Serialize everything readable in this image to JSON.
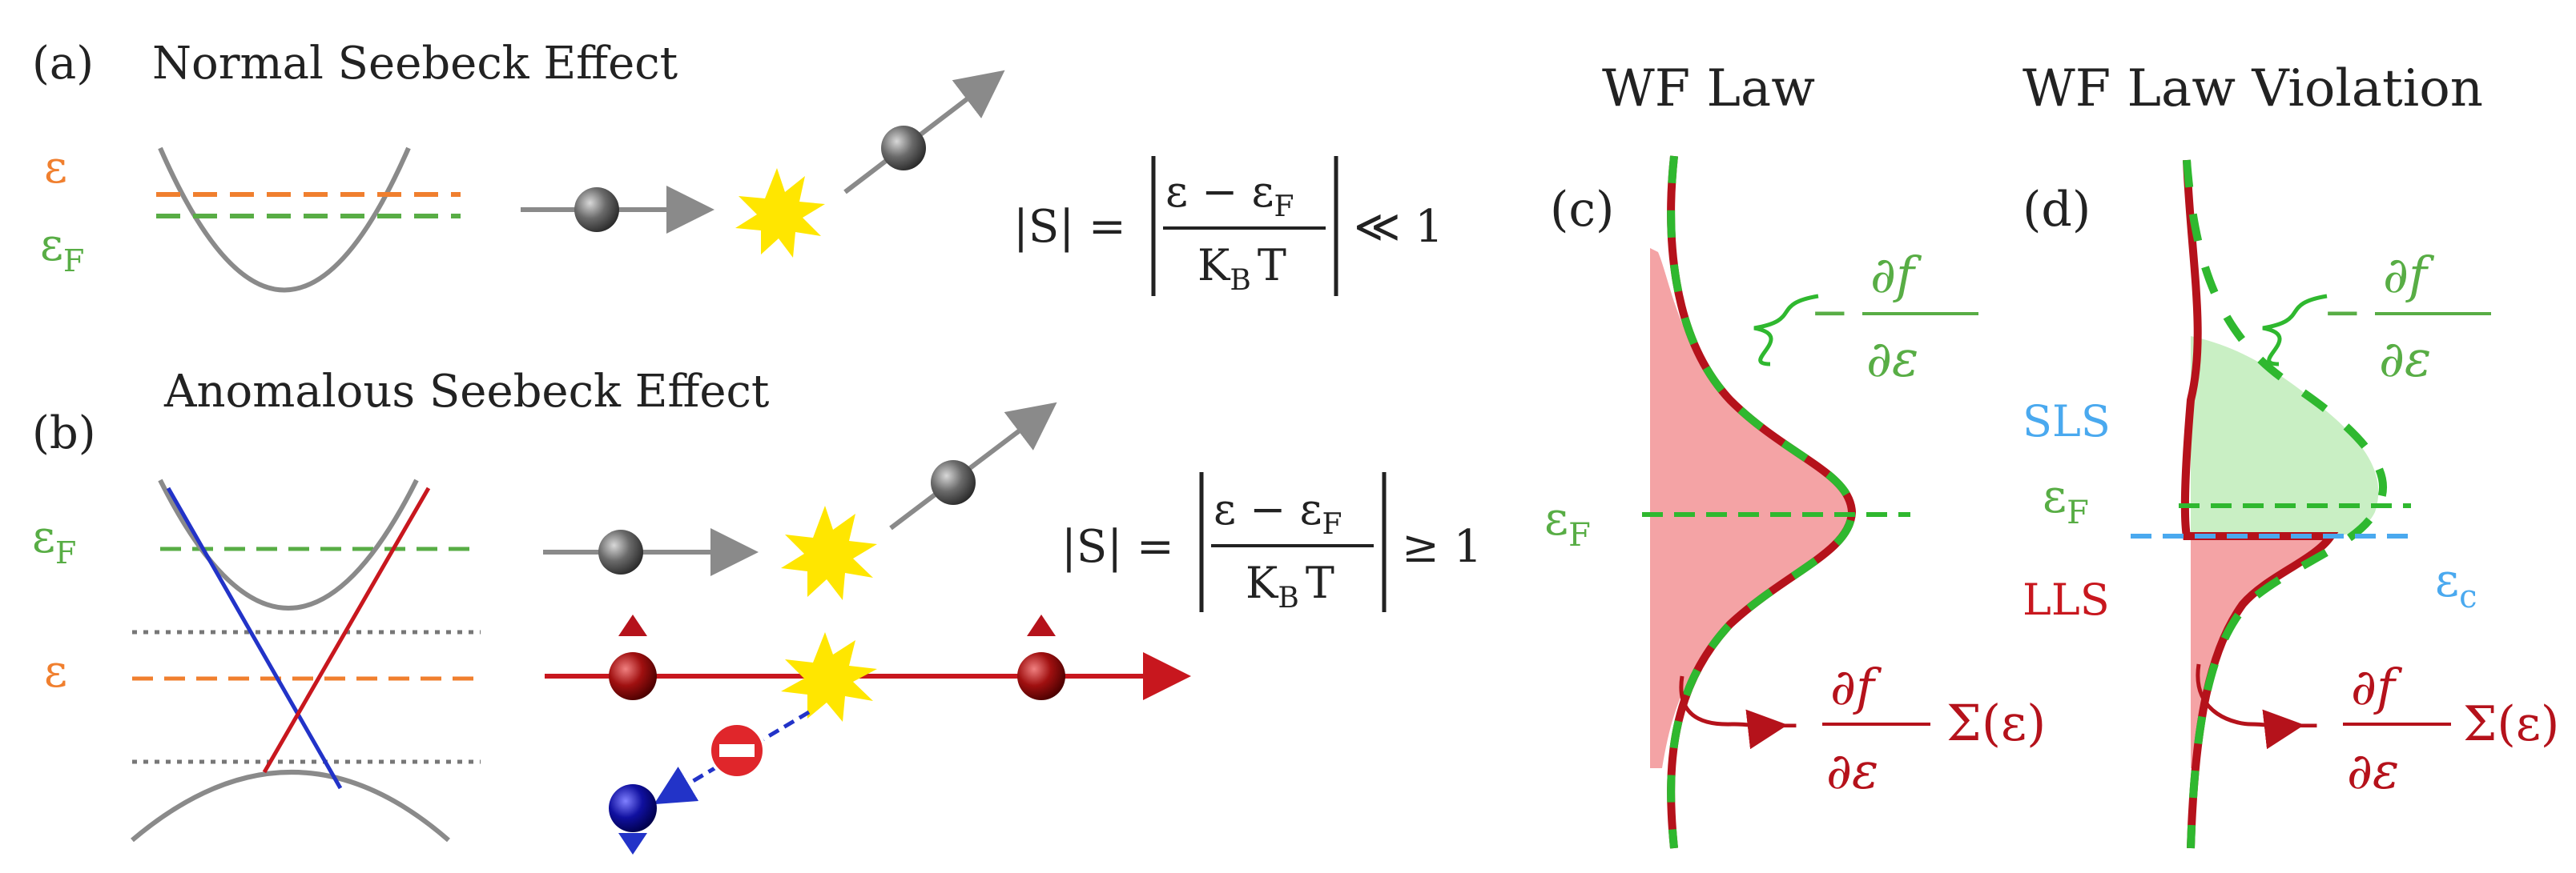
{
  "panel_a": {
    "label": "(a)",
    "title": "Normal Seebeck Effect",
    "eps_sym": "ε",
    "epsF_base": "ε",
    "epsF_sub": "F",
    "eq_lhs": "|S| =",
    "eq_num_a": "ε − ε",
    "eq_num_sub": "F",
    "eq_den_a": "K",
    "eq_den_sub": "B",
    "eq_den_b": "T",
    "eq_rel": "≪ 1"
  },
  "panel_b": {
    "label": "(b)",
    "title": "Anomalous Seebeck Effect",
    "eps_sym": "ε",
    "epsF_base": "ε",
    "epsF_sub": "F",
    "eq_lhs": "|S| =",
    "eq_num_a": "ε − ε",
    "eq_num_sub": "F",
    "eq_den_a": "K",
    "eq_den_sub": "B",
    "eq_den_b": "T",
    "eq_rel": "≥ 1"
  },
  "panel_c": {
    "heading": "WF Law",
    "label": "(c)",
    "minus": "−",
    "df": "∂f",
    "de": "∂ε",
    "sigma": "Σ(ε)",
    "epsF_base": "ε",
    "epsF_sub": "F"
  },
  "panel_d": {
    "heading": "WF Law Violation",
    "label": "(d)",
    "sls": "SLS",
    "lls": "LLS",
    "minus": "−",
    "df": "∂f",
    "de": "∂ε",
    "sigma": "Σ(ε)",
    "epsF_base": "ε",
    "epsF_sub": "F",
    "epsC_base": "ε",
    "epsC_sub": "c"
  },
  "colors": {
    "orange": "#f07f2e",
    "green": "#58ad45",
    "dashgreen": "#2fb82f",
    "red": "#c8171e",
    "darkred": "#b5121b",
    "blue": "#2233c8",
    "lightblue": "#4aa9ef",
    "gray": "#8a8a8a",
    "pink": "#f4a3a5",
    "lightgreen": "#c9efc4",
    "star": "#ffe600"
  }
}
